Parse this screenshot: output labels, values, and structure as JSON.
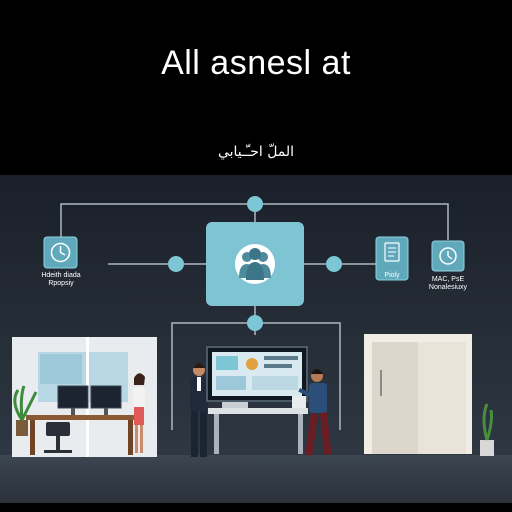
{
  "title": "All asnesl at",
  "subtitle": "الملّ احـّـيابي",
  "labels": {
    "left_node_line1": "Hdeith diada",
    "left_node_line2": "Rpopsiy",
    "right_a_node": "Pioly",
    "right_b_node_line1": "MAC, PsE",
    "right_b_node_line2": "Nonalesiuxy"
  },
  "colors": {
    "background_top": "#000000",
    "room_wall": "#2b3440",
    "node_fill": "#7cc6d6",
    "hub_fill": "#7fc4d3",
    "line": "#aeb7bf",
    "floor": "#3d4652"
  },
  "icons": [
    "clock-icon",
    "people-icon",
    "document-icon",
    "shield-clock-icon"
  ]
}
